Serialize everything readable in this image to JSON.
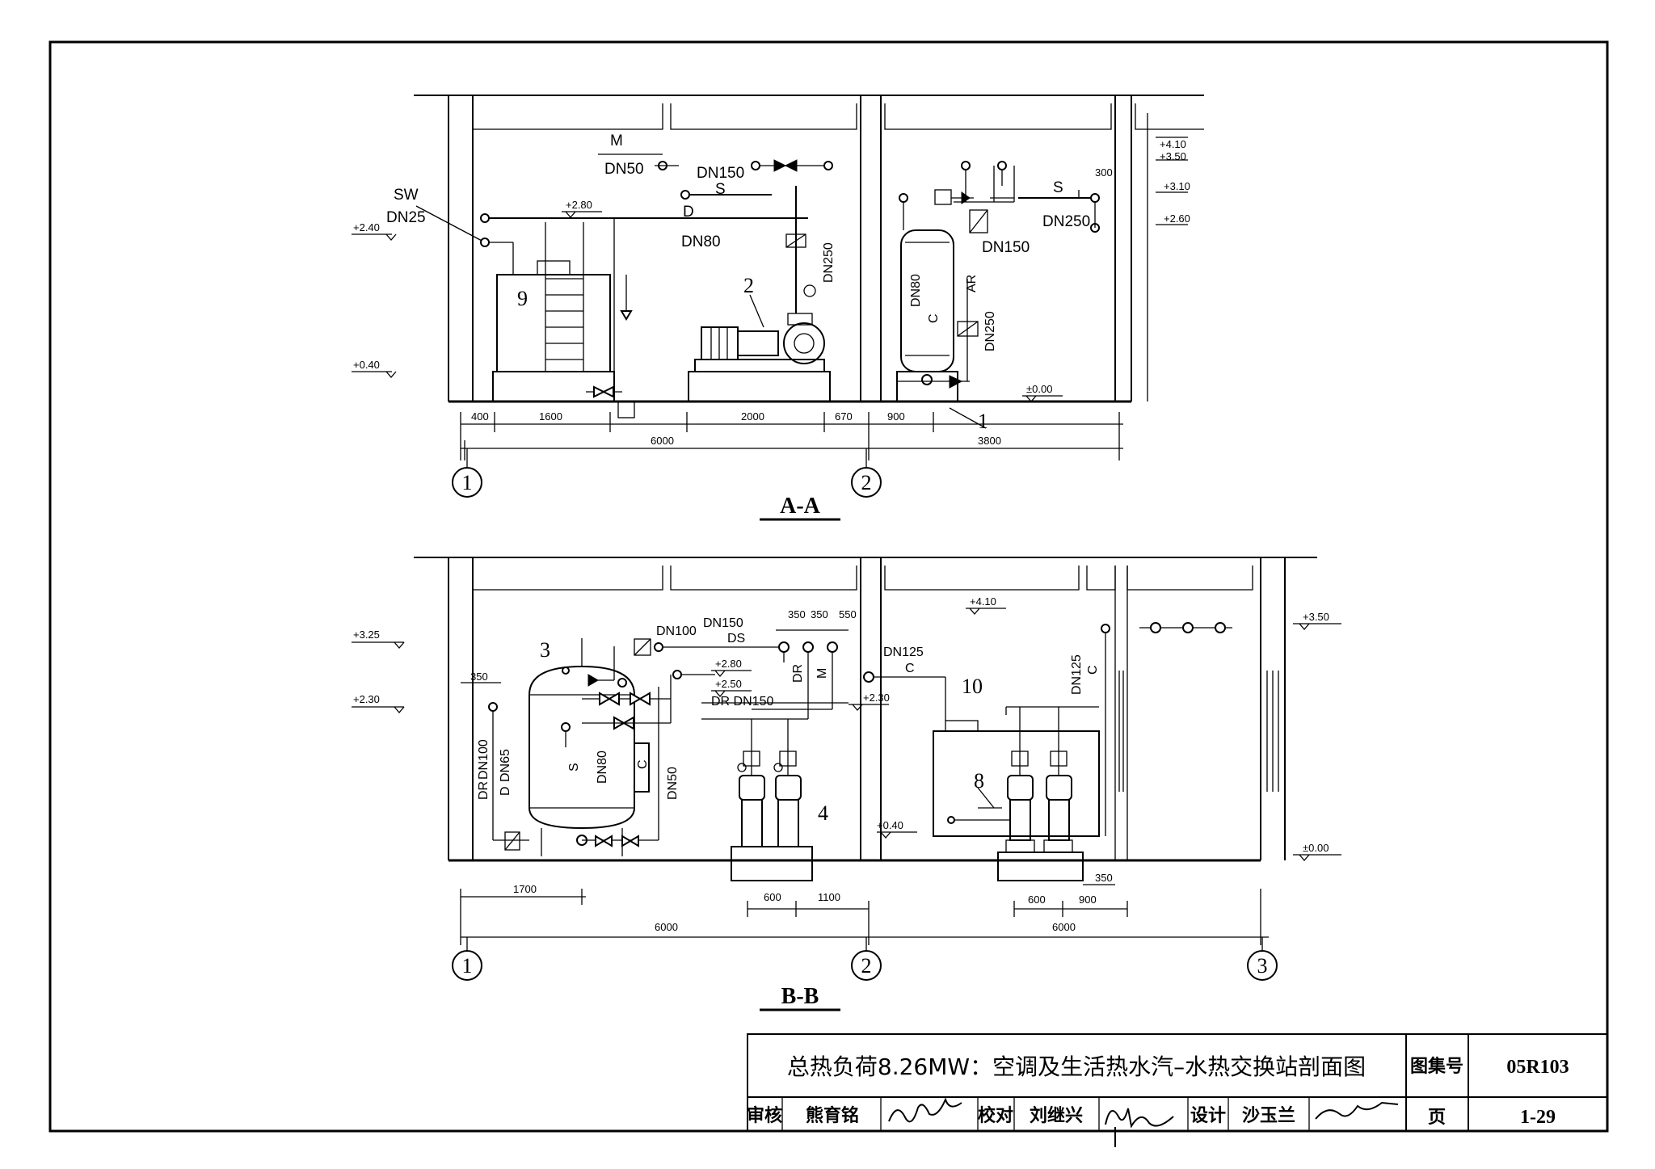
{
  "section_aa": {
    "title": "A-A",
    "pipe_labels": {
      "m": "M",
      "dn50": "DN50",
      "dn150": "DN150",
      "s": "S",
      "d": "D",
      "dn80": "DN80",
      "sw": "SW",
      "dn25": "DN25",
      "dn250_v": "DN250",
      "s_right": "S",
      "dn250_right": "DN250",
      "dn150_right": "DN150",
      "dn80_v": "DN80",
      "c_v": "C",
      "ar_v": "AR",
      "dn250_lower_v": "DN250"
    },
    "elevations": {
      "p240": "+2.40",
      "p040": "+0.40",
      "p280": "+2.80",
      "p410": "+4.10",
      "p350": "+3.50",
      "p310": "+3.10",
      "p260": "+2.60",
      "p000": "±0.00"
    },
    "dimensions": {
      "d400": "400",
      "d1600": "1600",
      "d2000": "2000",
      "d670": "670",
      "d900": "900",
      "d6000": "6000",
      "d3800": "3800",
      "d300": "300"
    },
    "equipment": {
      "e9": "9",
      "e2": "2",
      "e1": "1"
    },
    "axes": {
      "a1": "1",
      "a2": "2"
    }
  },
  "section_bb": {
    "title": "B-B",
    "pipe_labels": {
      "dn100_top": "DN100",
      "dn150_top": "DN150",
      "ds": "DS",
      "dr_v": "DR",
      "m_v": "M",
      "dr_dn150": "DR DN150",
      "dn125": "DN125",
      "c": "C",
      "dn125_v": "DN125",
      "c_v": "C",
      "dr_left_v": "DR",
      "dn100_left_v": "DN100",
      "d_left_v": "D",
      "dn65_v": "DN65",
      "s_v": "S",
      "dn80_v": "DN80",
      "c_tank_v": "C",
      "dn50_v": "DN50"
    },
    "elevations": {
      "p325": "+3.25",
      "p230_left": "+2.30",
      "p280": "+2.80",
      "p250": "+2.50",
      "p230_mid": "+2.30",
      "p410": "+4.10",
      "p350": "+3.50",
      "p040": "+0.40",
      "p000": "±0.00"
    },
    "dimensions": {
      "d350_a": "350",
      "d350_b": "350",
      "d550": "550",
      "d350_left": "350",
      "d1700": "1700",
      "d600_a": "600",
      "d1100": "1100",
      "d6000_a": "6000",
      "d6000_b": "6000",
      "d600_b": "600",
      "d900": "900",
      "d350_right": "350"
    },
    "equipment": {
      "e3": "3",
      "e4": "4",
      "e10": "10",
      "e8": "8"
    },
    "axes": {
      "a1": "1",
      "a2": "2",
      "a3": "3"
    }
  },
  "title_block": {
    "drawing_title": "总热负荷8.26MW：空调及生活热水汽–水热交换站剖面图",
    "atlas_label": "图集号",
    "atlas_no": "05R103",
    "review_label": "审核",
    "reviewer": "熊育铭",
    "check_label": "校对",
    "checker": "刘继兴",
    "design_label": "设计",
    "designer": "沙玉兰",
    "page_label": "页",
    "page_no": "1-29"
  }
}
